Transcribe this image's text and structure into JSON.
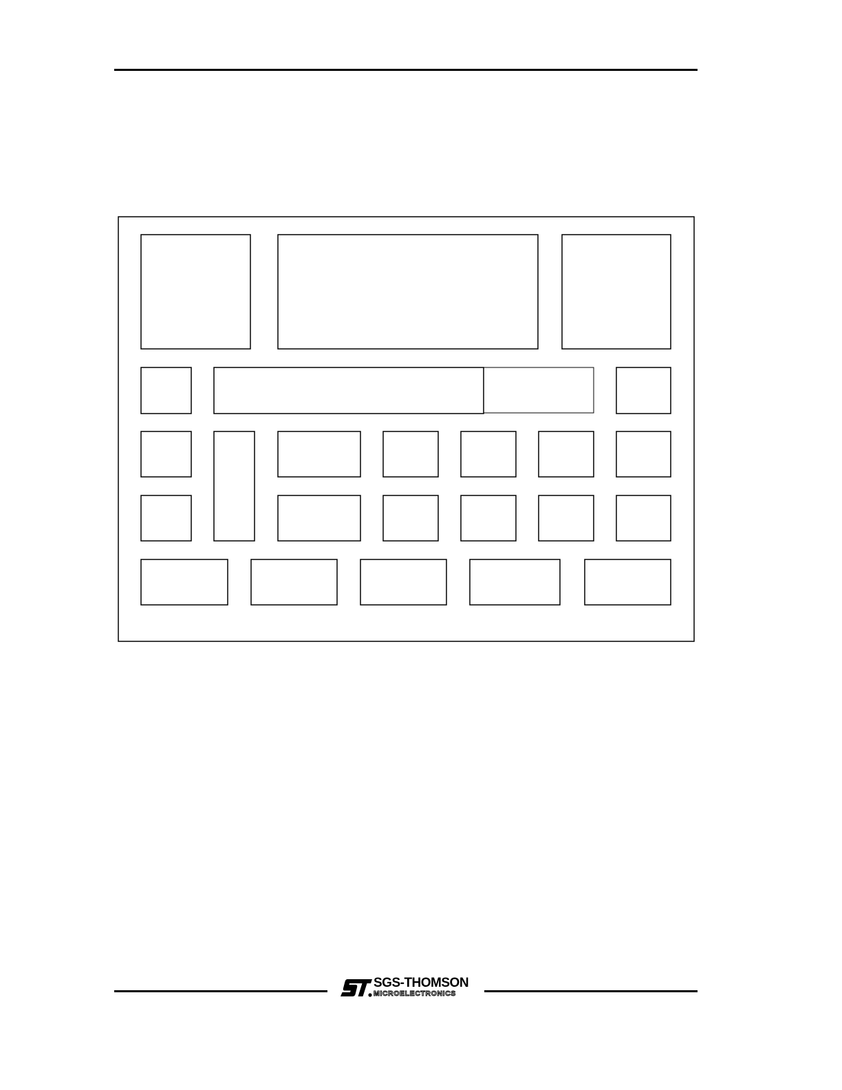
{
  "page": {
    "diagram": {
      "rows": [
        {
          "row": "top",
          "boxes": 3
        },
        {
          "row": "second",
          "boxes": 4
        },
        {
          "row": "third",
          "boxes": 7
        },
        {
          "row": "fourth",
          "boxes": 6
        },
        {
          "row": "bottom",
          "boxes": 5
        }
      ]
    }
  },
  "footer": {
    "logo": {
      "mark": "ST",
      "company": "SGS-THOMSON",
      "division": "MICROELECTRONICS"
    }
  },
  "colors": {
    "ink": "#000000",
    "paper": "#ffffff"
  }
}
